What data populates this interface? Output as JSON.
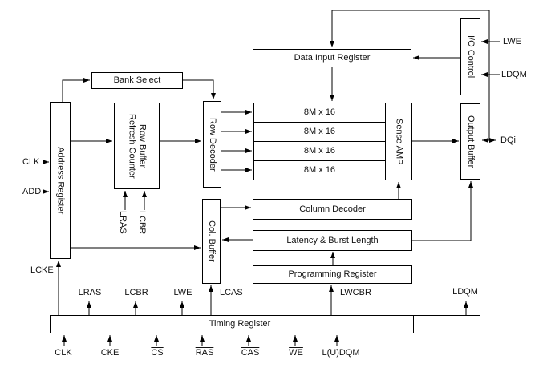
{
  "blocks": {
    "bank_select": "Bank Select",
    "address_register": "Address Register",
    "refresh_counter_line1": "Row Buffer",
    "refresh_counter_line2": "Refresh Counter",
    "row_decoder": "Row Decoder",
    "data_input_register": "Data Input Register",
    "io_control": "I/O Control",
    "memory_banks": [
      "8M x 16",
      "8M x 16",
      "8M x 16",
      "8M x 16"
    ],
    "sense_amp": "Sense AMP",
    "output_buffer": "Output Buffer",
    "col_buffer": "Col. Buffer",
    "column_decoder": "Column Decoder",
    "latency_burst_length": "Latency & Burst Length",
    "programming_register": "Programming Register",
    "timing_register": "Timing Register"
  },
  "signals": {
    "left_inputs": {
      "clk": "CLK",
      "add": "ADD",
      "lcke": "LCKE"
    },
    "refresh_inputs": {
      "lras": "LRAS",
      "lcbr": "LCBR"
    },
    "io_inputs": {
      "lwe": "LWE",
      "ldqm": "LDQM"
    },
    "data_bus": {
      "dqi": "DQi"
    },
    "timing_outputs": {
      "lras": "LRAS",
      "lcbr": "LCBR",
      "lwe": "LWE",
      "lcas": "LCAS",
      "lwcbr": "LWCBR",
      "ldqm": "LDQM"
    },
    "timing_inputs": {
      "clk": "CLK",
      "cke": "CKE",
      "cs": "CS",
      "ras": "RAS",
      "cas": "CAS",
      "we": "WE",
      "ludqm": "L(U)DQM"
    }
  },
  "colors": {
    "background": "#ffffff",
    "line": "#000000",
    "text": "#111111"
  }
}
